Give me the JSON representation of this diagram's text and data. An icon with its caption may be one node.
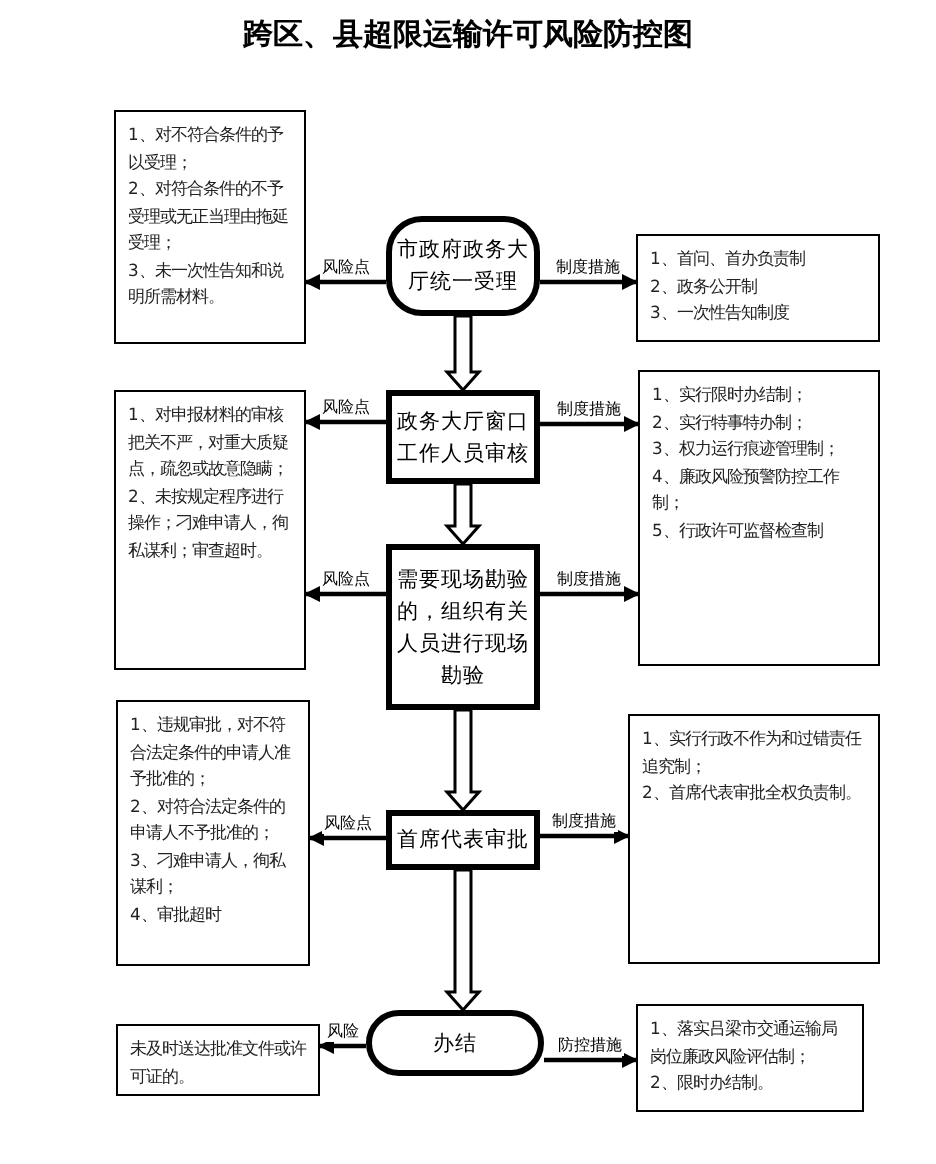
{
  "diagram": {
    "title": "跨区、县超限运输许可风险防控图",
    "nodes": [
      {
        "text": [
          "市政府政务大厅统一受理"
        ]
      },
      {
        "text": [
          "政务大厅窗口工作人员审核"
        ]
      },
      {
        "text": [
          "需要现场勘验的，组织有关人员进行现场勘验"
        ]
      },
      {
        "text": [
          "首席代表审批"
        ]
      },
      {
        "text": [
          "办结"
        ]
      },
      {
        "text": [
          "1、对不符合条件的予以受理；",
          "2、对符合条件的不予受理或无正当理由拖延受理；",
          "3、未一次性告知和说明所需材料。"
        ]
      },
      {
        "text": [
          "1、对申报材料的审核把关不严，对重大质疑点，疏忽或故意隐瞒；",
          "2、未按规定程序进行操作；刁难申请人，徇私谋利；审查超时。"
        ]
      },
      {
        "text": [
          "1、违规审批，对不符合法定条件的申请人准予批准的；",
          "2、对符合法定条件的申请人不予批准的；",
          "3、刁难申请人，徇私谋利；",
          "4、审批超时"
        ]
      },
      {
        "text": [
          "未及时送达批准文件或许可证的。"
        ]
      },
      {
        "text": [
          "1、首问、首办负责制",
          "2、政务公开制",
          "3、一次性告知制度"
        ]
      },
      {
        "text": [
          "1、实行限时办结制；",
          "2、实行特事特办制；",
          "3、权力运行痕迹管理制；",
          "4、廉政风险预警防控工作制；",
          "5、行政许可监督检查制"
        ]
      },
      {
        "text": [
          "1、实行行政不作为和过错责任追究制；",
          "2、首席代表审批全权负责制。"
        ]
      },
      {
        "text": [
          "1、落实吕梁市交通运输局岗位廉政风险评估制；",
          "2、限时办结制。"
        ]
      }
    ],
    "edges": [
      {
        "from": 0,
        "to": 1,
        "arrow": "to"
      },
      {
        "from": 1,
        "to": 2,
        "arrow": "to"
      },
      {
        "from": 2,
        "to": 3,
        "arrow": "to"
      },
      {
        "from": 3,
        "to": 4,
        "arrow": "to"
      },
      {
        "from": 0,
        "to": 5,
        "arrow": "to",
        "label": "风险点"
      },
      {
        "from": 1,
        "to": 6,
        "arrow": "to",
        "label": "风险点"
      },
      {
        "from": 2,
        "to": 6,
        "arrow": "to",
        "label": "风险点"
      },
      {
        "from": 3,
        "to": 7,
        "arrow": "to",
        "label": "风险点"
      },
      {
        "from": 4,
        "to": 8,
        "arrow": "to",
        "label": "风险"
      },
      {
        "from": 0,
        "to": 9,
        "arrow": "to",
        "label": "制度措施"
      },
      {
        "from": 1,
        "to": 10,
        "arrow": "to",
        "label": "制度措施"
      },
      {
        "from": 2,
        "to": 10,
        "arrow": "to",
        "label": "制度措施"
      },
      {
        "from": 3,
        "to": 11,
        "arrow": "to",
        "label": "制度措施"
      },
      {
        "from": 4,
        "to": 12,
        "arrow": "to",
        "label": "防控措施"
      }
    ]
  }
}
